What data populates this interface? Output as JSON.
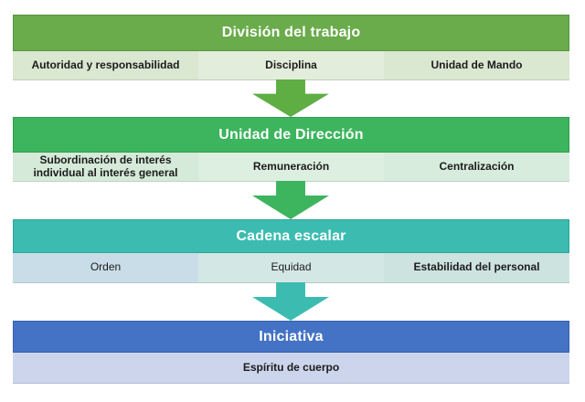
{
  "diagram": {
    "description": "Flow diagram of administrative principles",
    "sections": [
      {
        "title": "División del trabajo",
        "items": [
          "Autoridad y responsabilidad",
          "Disciplina",
          "Unidad de Mando"
        ],
        "colors": {
          "header": "#6aab4c",
          "row": "#dae7d1",
          "arrow": "#5fae43"
        }
      },
      {
        "title": "Unidad de Dirección",
        "items": [
          "Subordinación de interés individual al interés general",
          "Remuneración",
          "Centralización"
        ],
        "colors": {
          "header": "#3db45e",
          "row": "#d7ecdc",
          "arrow": "#3db45e"
        }
      },
      {
        "title": "Cadena escalar",
        "items": [
          "Orden",
          "Equidad",
          "Estabilidad del personal"
        ],
        "colors": {
          "header": "#3cbcb1",
          "row": "#cde3e0",
          "arrow": "#3cbcb1"
        }
      },
      {
        "title": "Iniciativa",
        "items": [
          "Espíritu de cuerpo"
        ],
        "colors": {
          "header": "#4472c4",
          "row": "#ccd5eb",
          "arrow": null
        }
      }
    ]
  }
}
